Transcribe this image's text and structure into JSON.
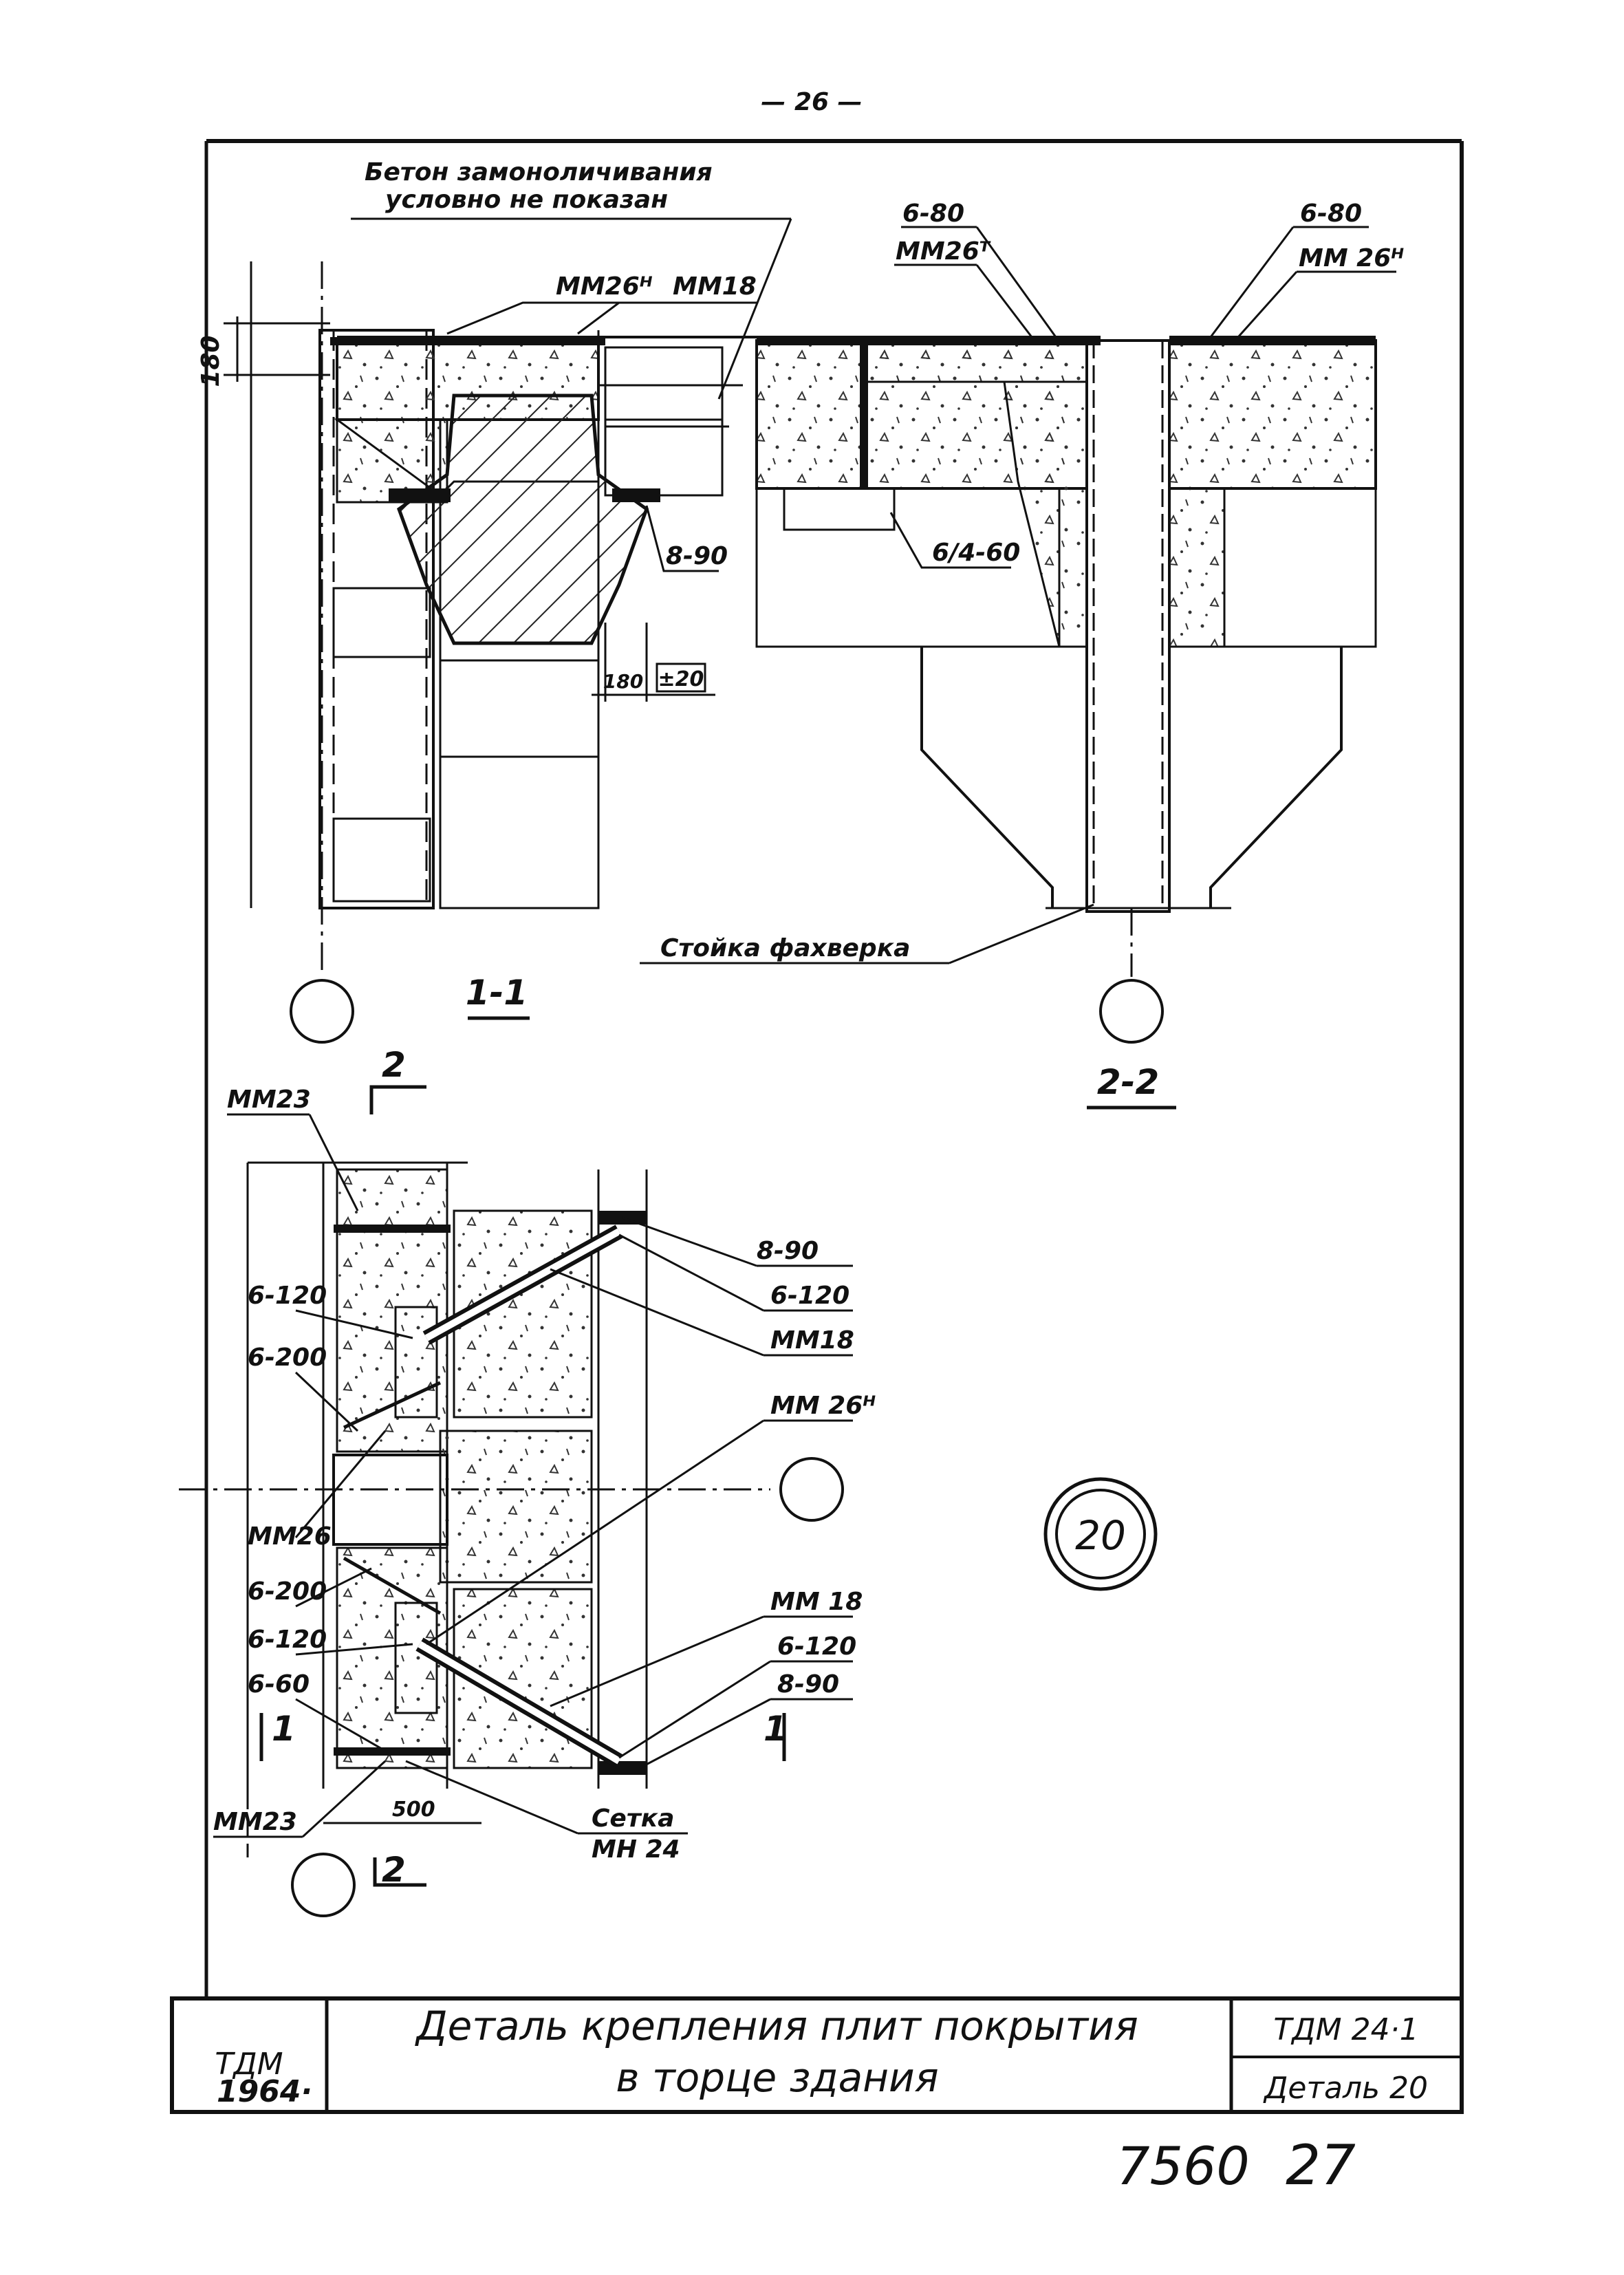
{
  "page_number": "— 26 —",
  "notes": {
    "concrete_note_line1": "Бетон замоноличивания",
    "concrete_note_line2": "условно не показан",
    "facade_post": "Стойка фахверка"
  },
  "section_1_1": {
    "label": "1-1",
    "marks": {
      "mm26": "ММ26ᴴ",
      "mm18": "ММ18",
      "weld": "8-90",
      "dim180_top": "180",
      "dim180_bottom": "180",
      "dim_offset": "±20"
    }
  },
  "section_2_2": {
    "label": "2-2",
    "marks": {
      "weld_left": "6-80",
      "mm26t": "ММ26ᵀ",
      "weld_right": "6-80",
      "mm26h": "ММ 26ᴴ",
      "weld_mid": "6/4-60"
    }
  },
  "plan": {
    "cut_2_top": "2",
    "cut_2_bottom": "2",
    "cut_1_left": "1",
    "cut_1_right": "1",
    "marks": {
      "mm23_top": "ММ23",
      "w_6_120_a": "6-120",
      "w_6_200_a": "6-200",
      "mm26": "ММ26",
      "w_6_200_b": "6-200",
      "w_6_120_b": "6-120",
      "w_6_60": "6-60",
      "mm23_bottom": "ММ23",
      "dim_500": "500",
      "r_8_90_a": "8-90",
      "r_6_120_a": "6-120",
      "r_mm18_a": "ММ18",
      "r_mm26h": "ММ 26ᴴ",
      "r_mm18_b": "ММ 18",
      "r_6_120_b": "6-120",
      "r_8_90_b": "8-90",
      "mesh_line1": "Сетка",
      "mesh_line2": "МН 24"
    }
  },
  "detail_number": "20",
  "title_block": {
    "logo": "ТДМ",
    "year": "1964·",
    "title_line1": "Деталь крепления плит покрытия",
    "title_line2": "в торце здания",
    "series": "ТДМ 24·1",
    "sheet": "Деталь 20"
  },
  "archive_number": "7560",
  "page_index": "27"
}
